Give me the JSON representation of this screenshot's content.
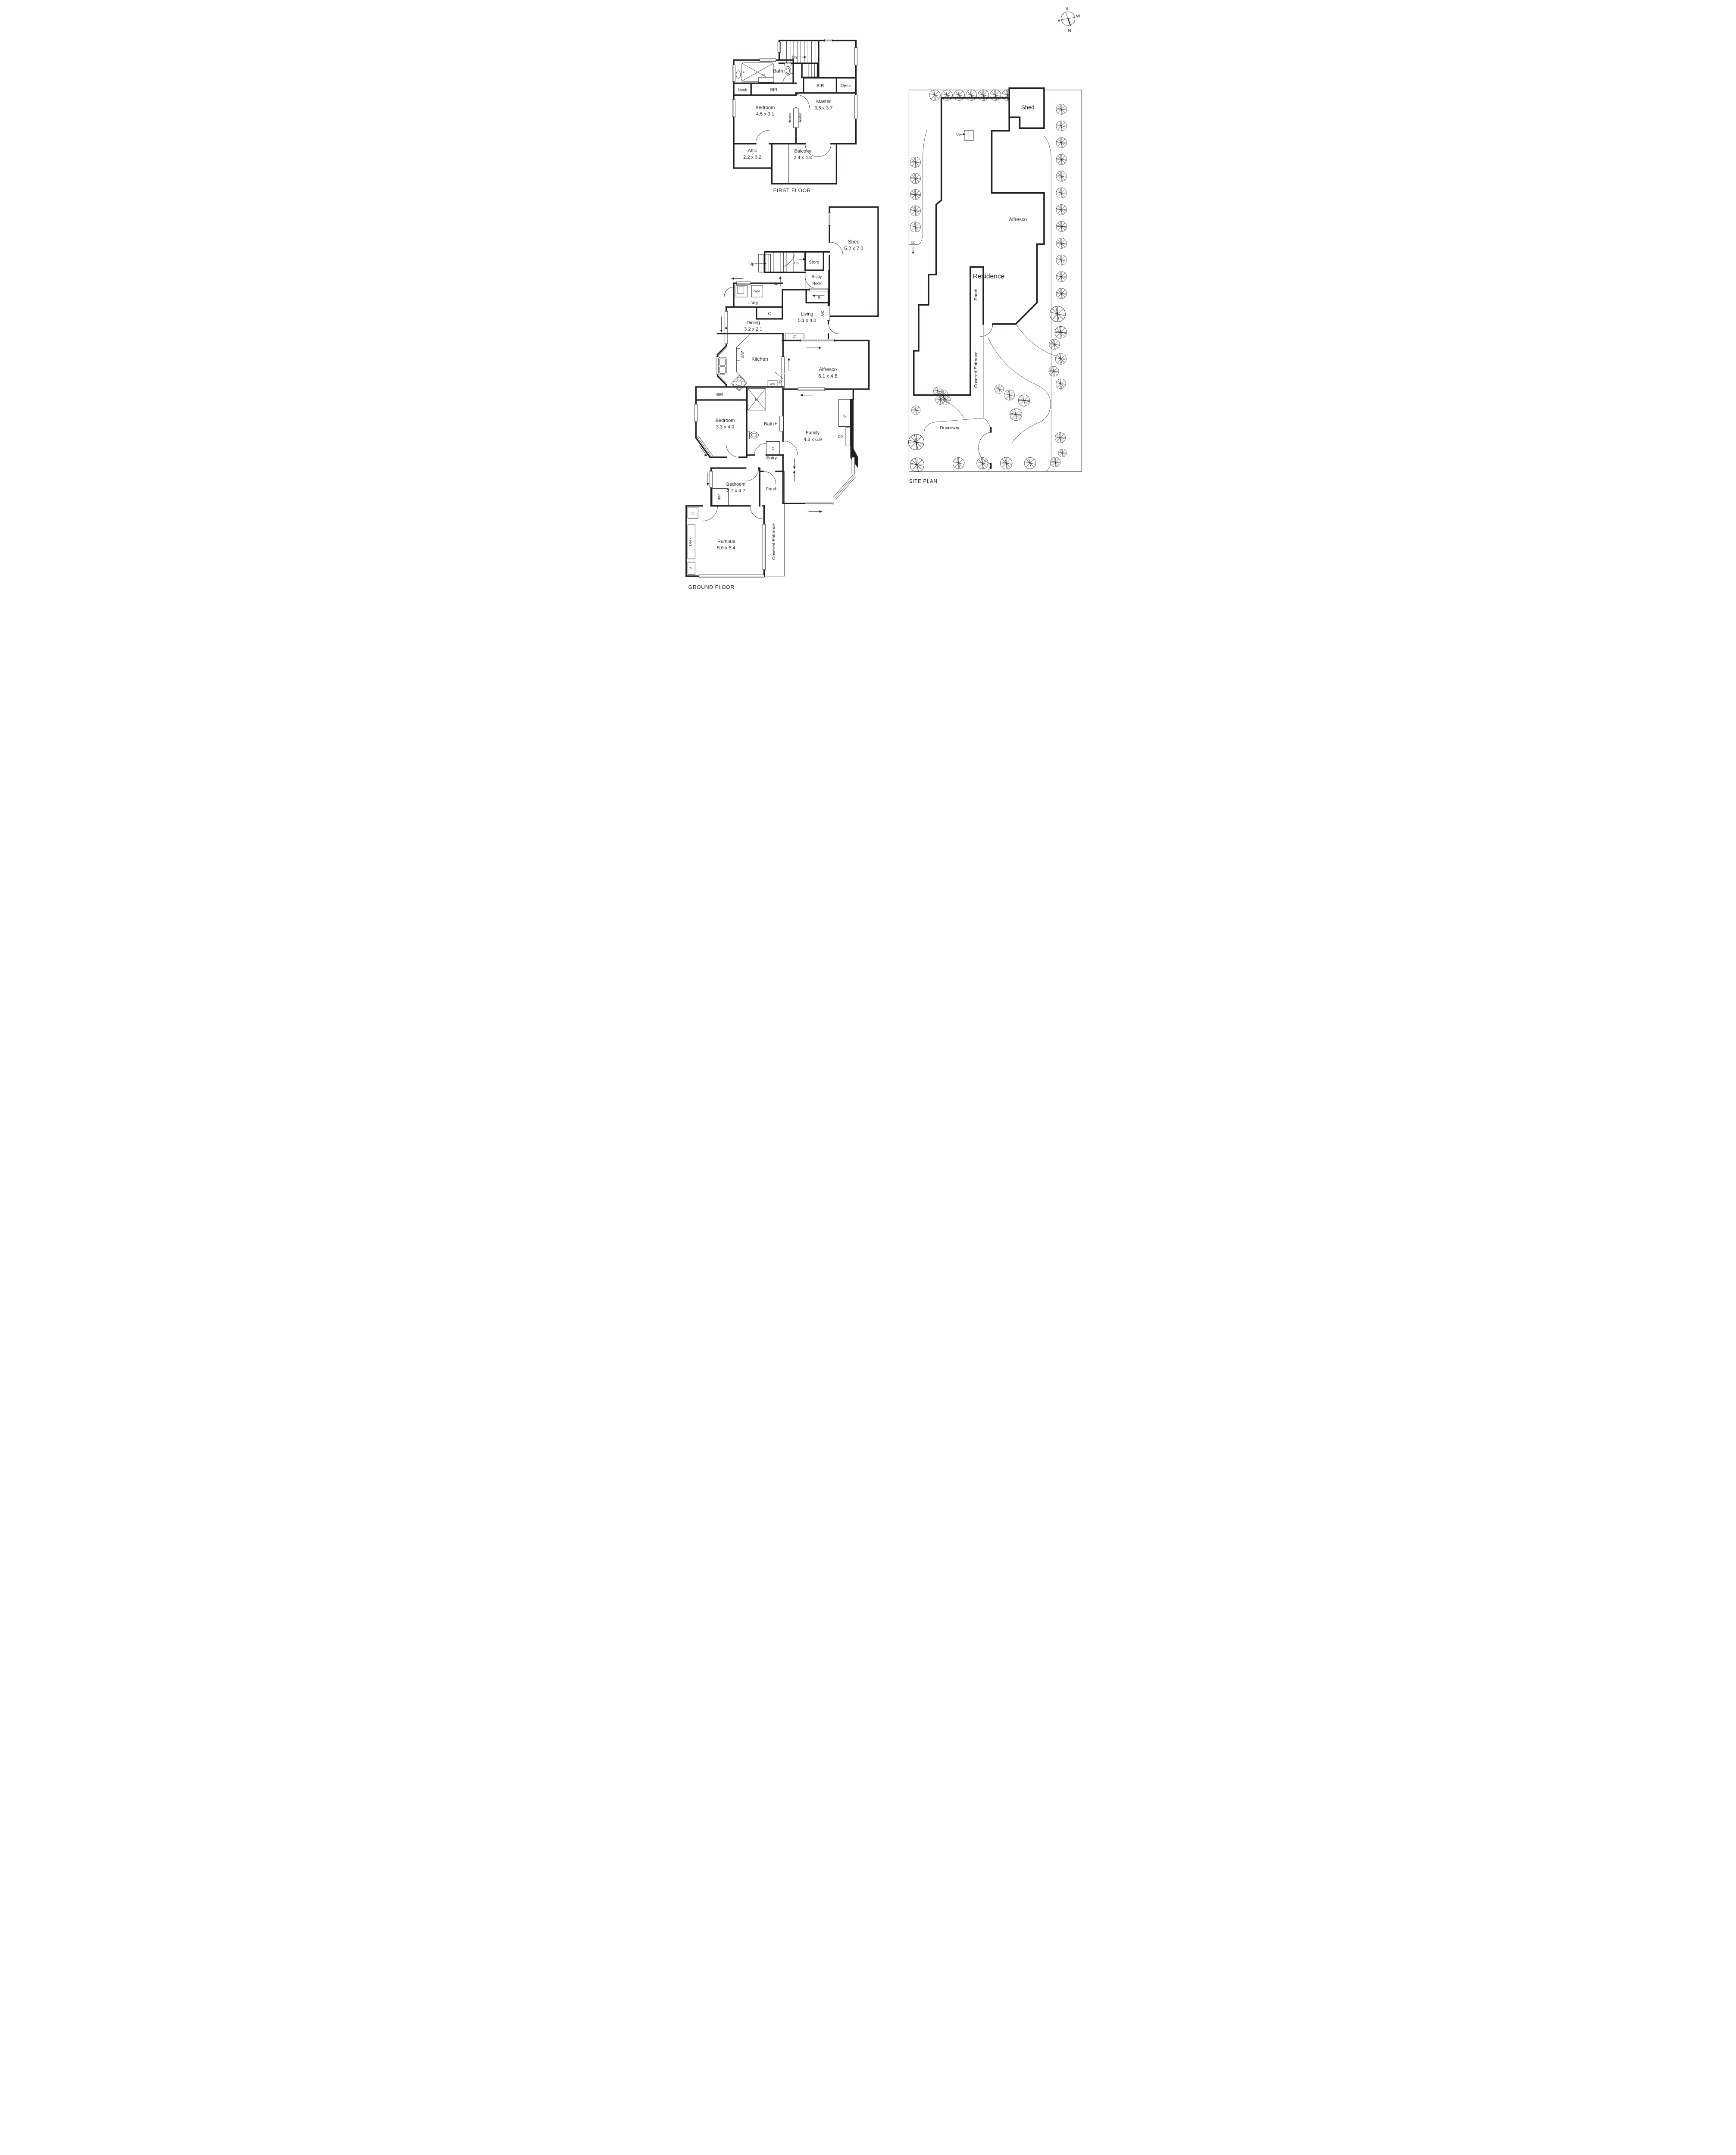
{
  "compass": {
    "n": "N",
    "s": "S",
    "e": "E",
    "w": "W"
  },
  "first_floor": {
    "caption": "FIRST FLOOR",
    "labels": {
      "dn": "Dn",
      "bath": "Bath",
      "h": "H",
      "nook": "Nook",
      "bir_bath": "BIR",
      "bedroom": "Bedroom",
      "bedroom_dims": "4.5 x 3.1",
      "bir_master": "BIR",
      "desk": "Desk",
      "master": "Master",
      "master_dims": "3.5 x 3.7",
      "heater_l": "Heater",
      "heater_r": "Heater",
      "attic": "Attic",
      "attic_dims": "2.2 x 3.2",
      "balcony": "Balcony",
      "balcony_dims": "2.4 x 4.8"
    }
  },
  "ground_floor": {
    "caption": "GROUND FLOOR",
    "labels": {
      "shed": "Shed",
      "shed_dims": "5.2 x 7.0",
      "up_left": "Up",
      "up_mid": "Up",
      "up_lower": "Up",
      "store": "Store",
      "study": "Study",
      "nook": "Nook",
      "s_living": "S",
      "ac": "A/C",
      "ldry": "L'dry",
      "wm": "WM",
      "c_ldry": "C",
      "dining": "Dining",
      "dining_dims": "3.2 x 2.1",
      "f": "F",
      "kitchen": "Kitchen",
      "dw": "D/W",
      "wo": "WO",
      "p": "P",
      "bir_bed1": "BIR",
      "bedroom1": "Bedroom",
      "bedroom1_dims": "3.3 x 4.0",
      "bath": "Bath",
      "h": "H",
      "c_bath": "C",
      "living": "Living",
      "living_dims": "5.1 x 4.0",
      "alfresco": "Alfresco",
      "alfresco_dims": "6.1 x 4.6",
      "family": "Family",
      "family_dims": "4.3 x 6.9",
      "s_family": "S",
      "fp": "FP",
      "entry": "Entry",
      "bedroom2": "Bedroom",
      "bedroom2_dims": "2.7 x 4.2",
      "bir_bed2": "BIR",
      "porch": "Porch",
      "rumpus": "Rumpus",
      "rumpus_dims": "5.6 x 5.4",
      "c_rumpus": "C",
      "desk": "Desk",
      "s_rumpus": "S",
      "covered_entrance": "Covered Entrance"
    }
  },
  "site_plan": {
    "caption": "SITE PLAN",
    "labels": {
      "shed": "Shed",
      "alfresco": "Alfresco",
      "residence": "Residence",
      "porch": "Porch",
      "covered_entrance": "Covered Entrance",
      "driveway": "Driveway",
      "up_stair": "Up",
      "up_side": "Up"
    }
  }
}
